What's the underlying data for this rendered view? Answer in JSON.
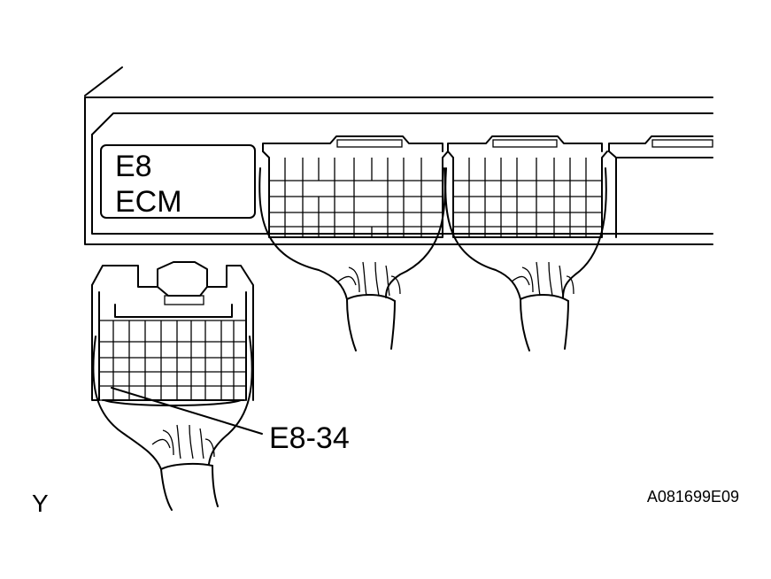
{
  "ecm_label": {
    "line1": "E8",
    "line2": "ECM"
  },
  "callout_label": "E8-34",
  "corner_letter": "Y",
  "figure_code": "A081699E09"
}
